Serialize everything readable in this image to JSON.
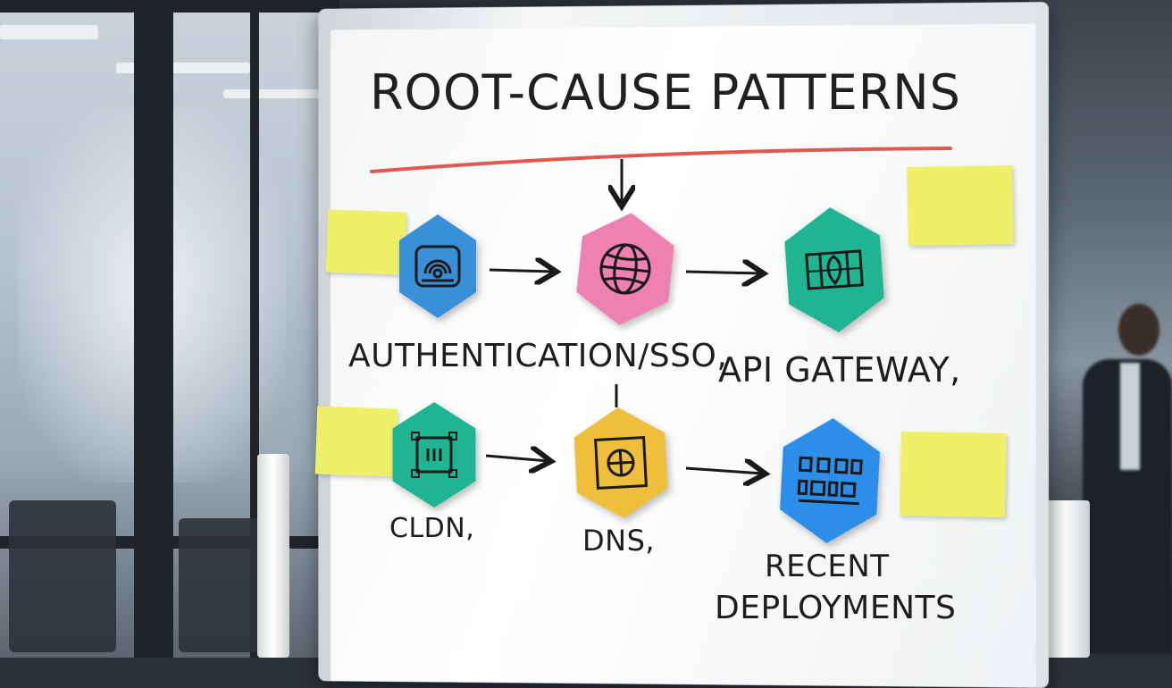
{
  "whiteboard": {
    "title": "ROOT-CAUSE PATTERNS",
    "colors": {
      "blue": "#3a8fd9",
      "pink": "#ef80b2",
      "teal": "#1fb592",
      "yellow_hex": "#efbf3c",
      "sticky_yellow": "#eef06a",
      "underline": "#e0584f"
    },
    "labels": {
      "auth": "AUTHENTICATION/SSO,",
      "api": "API GATEWAY,",
      "cdn": "CLDN,",
      "dns": "DNS,",
      "recent_line1": "RECENT",
      "recent_line2": "DEPLOYMENTS"
    },
    "icons": {
      "auth": "fingerprint-icon",
      "network": "globe-icon",
      "api": "shield-map-icon",
      "cdn": "server-box-icon",
      "dns": "crosshair-box-icon",
      "deploy": "code-blocks-icon"
    }
  }
}
